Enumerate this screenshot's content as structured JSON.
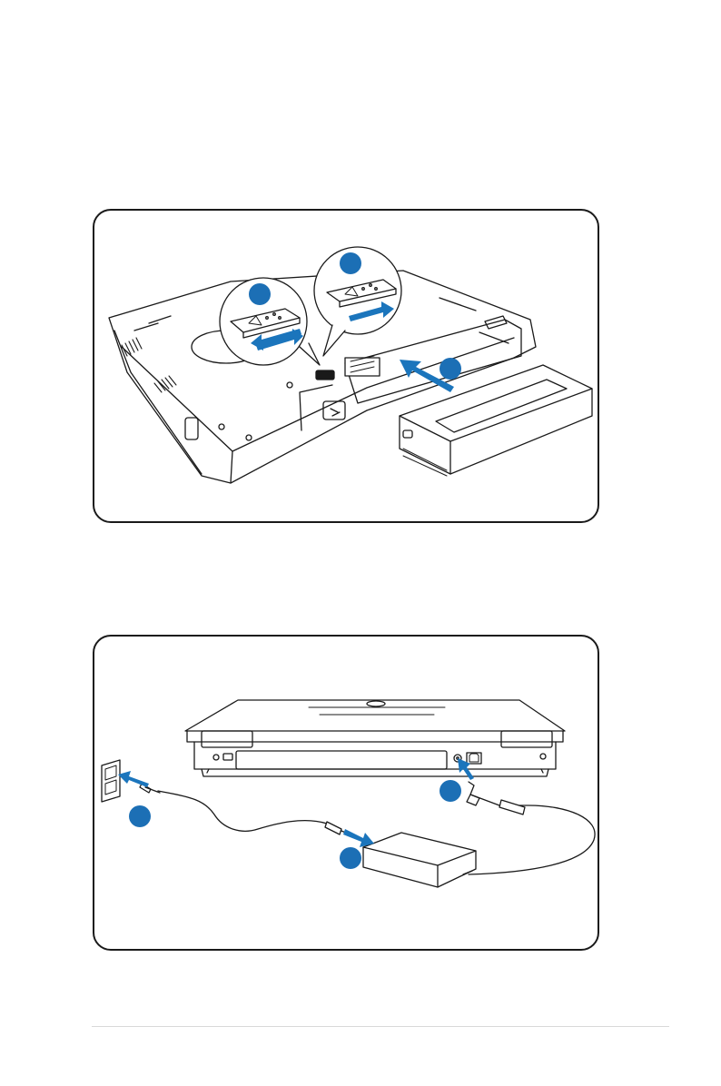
{
  "colors": {
    "line": "#1a1a1a",
    "accent_blue": "#1b75bc",
    "badge_blue": "#1c6fb5",
    "footer_rule": "#d9d9d9"
  },
  "figures": [
    {
      "name": "battery-installation-figure",
      "steps": 3
    },
    {
      "name": "power-connection-figure",
      "steps": 3
    }
  ],
  "icons": [
    "lock-slider-icon",
    "battery-pack-icon",
    "wall-outlet-icon",
    "ac-adapter-icon",
    "power-cord-icon",
    "laptop-rear-icon"
  ]
}
